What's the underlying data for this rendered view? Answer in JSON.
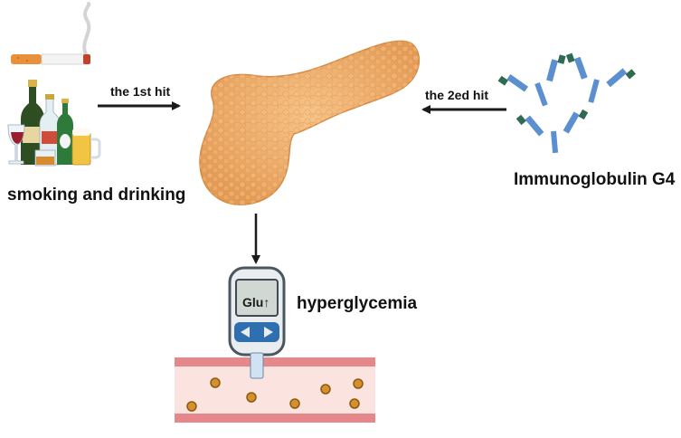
{
  "labels": {
    "first_hit": "the 1st hit",
    "second_hit": "the 2ed hit",
    "smoking_drinking": "smoking and drinking",
    "igg4": "Immunoglobulin G4",
    "hyperglycemia": "hyperglycemia",
    "glucometer_display": "Glu↑"
  },
  "icons": {
    "cigarette": "cigarette-icon",
    "bottles": "alcohol-bottles-icon",
    "pancreas": "pancreas-icon",
    "antibody": "antibody-icon",
    "glucometer": "glucometer-icon",
    "vessel": "blood-vessel-icon"
  },
  "colors": {
    "arrow": "#1a1a1a",
    "pancreas": "#f2b472",
    "antibody": "#5b8fd0",
    "antibody_dark": "#2f6a52",
    "vessel": "#e5878b",
    "blood_cell": "#d4902c"
  }
}
